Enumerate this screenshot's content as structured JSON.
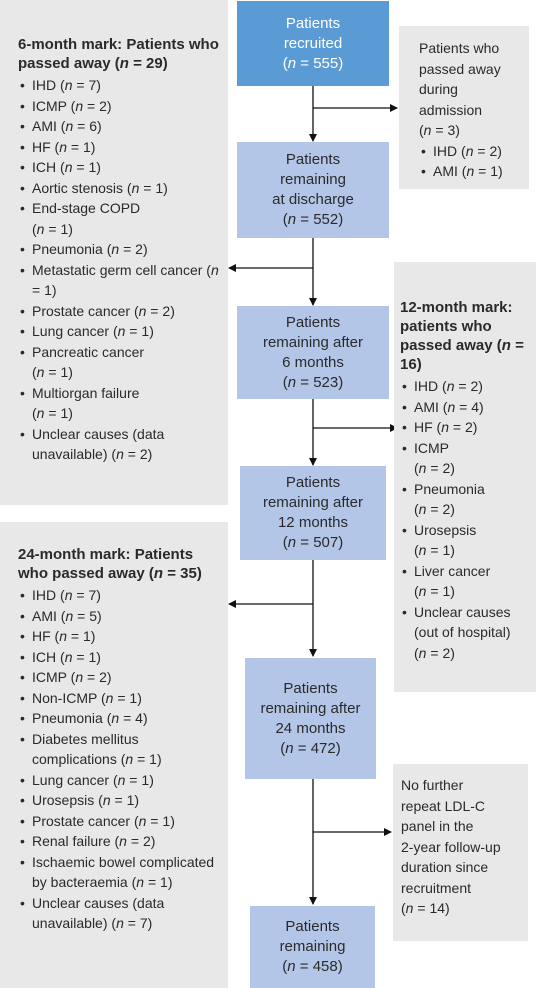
{
  "main_boxes": [
    {
      "lines": [
        "Patients",
        "recruited"
      ],
      "n": "555"
    },
    {
      "lines": [
        "Patients",
        "remaining",
        "at discharge"
      ],
      "n": "552"
    },
    {
      "lines": [
        "Patients",
        "remaining after",
        "6 months"
      ],
      "n": "523"
    },
    {
      "lines": [
        "Patients",
        "remaining after",
        "12 months"
      ],
      "n": "507"
    },
    {
      "lines": [
        "Patients",
        "remaining after",
        "24 months"
      ],
      "n": "472"
    },
    {
      "lines": [
        "Patients",
        "remaining"
      ],
      "n": "458"
    }
  ],
  "n_symbol": "n",
  "admission": {
    "lines": [
      "Patients who",
      "passed away",
      "during",
      "admission"
    ],
    "n": "3",
    "items": [
      {
        "label": "IHD",
        "n": "2"
      },
      {
        "label": "AMI",
        "n": "1"
      }
    ]
  },
  "six_month": {
    "title": "6-month mark: Patients who passed away",
    "n": "29",
    "items": [
      {
        "label": "IHD",
        "n": "7"
      },
      {
        "label": "ICMP",
        "n": "2"
      },
      {
        "label": "AMI",
        "n": "6"
      },
      {
        "label": "HF",
        "n": "1"
      },
      {
        "label": "ICH",
        "n": "1"
      },
      {
        "label": "Aortic stenosis",
        "n": "1"
      },
      {
        "label": "End-stage COPD",
        "n": "1",
        "wrap": true
      },
      {
        "label": "Pneumonia",
        "n": "2"
      },
      {
        "label": "Metastatic germ cell cancer",
        "n": "1"
      },
      {
        "label": "Prostate cancer",
        "n": "2"
      },
      {
        "label": "Lung cancer",
        "n": "1"
      },
      {
        "label": "Pancreatic cancer",
        "n": "1",
        "wrap": true
      },
      {
        "label": "Multiorgan failure",
        "n": "1",
        "wrap": true
      },
      {
        "label": "Unclear causes (data unavailable)",
        "n": "2"
      }
    ]
  },
  "twelve_month": {
    "title": "12-month mark: patients who passed away",
    "n": "16",
    "items": [
      {
        "label": "IHD",
        "n": "2"
      },
      {
        "label": "AMI",
        "n": "4"
      },
      {
        "label": "HF",
        "n": "2"
      },
      {
        "label": "ICMP",
        "n": "2",
        "wrap": true
      },
      {
        "label": "Pneumonia",
        "n": "2",
        "wrap": true
      },
      {
        "label": "Urosepsis",
        "n": "1",
        "wrap": true
      },
      {
        "label": "Liver cancer",
        "n": "1",
        "wrap": true
      },
      {
        "label": "Unclear causes (out of hospital)",
        "n": "2",
        "wrap": true
      }
    ]
  },
  "twenty_four_month": {
    "title": "24-month mark: Patients who passed away",
    "n": "35",
    "items": [
      {
        "label": "IHD",
        "n": "7"
      },
      {
        "label": "AMI",
        "n": "5"
      },
      {
        "label": "HF",
        "n": "1"
      },
      {
        "label": "ICH",
        "n": "1"
      },
      {
        "label": "ICMP",
        "n": "2"
      },
      {
        "label": "Non-ICMP",
        "n": "1"
      },
      {
        "label": "Pneumonia",
        "n": "4"
      },
      {
        "label": "Diabetes mellitus complications",
        "n": "1"
      },
      {
        "label": "Lung cancer",
        "n": "1"
      },
      {
        "label": "Urosepsis",
        "n": "1"
      },
      {
        "label": "Prostate cancer",
        "n": "1"
      },
      {
        "label": "Renal failure",
        "n": "2"
      },
      {
        "label": "Ischaemic bowel complicated by bacteraemia",
        "n": "1"
      },
      {
        "label": "Unclear causes (data unavailable)",
        "n": "7"
      }
    ]
  },
  "ldl": {
    "lines": [
      "No further",
      "repeat LDL-C",
      "panel in the",
      "2-year follow-up",
      "duration since",
      "recruitment"
    ],
    "n": "14"
  }
}
